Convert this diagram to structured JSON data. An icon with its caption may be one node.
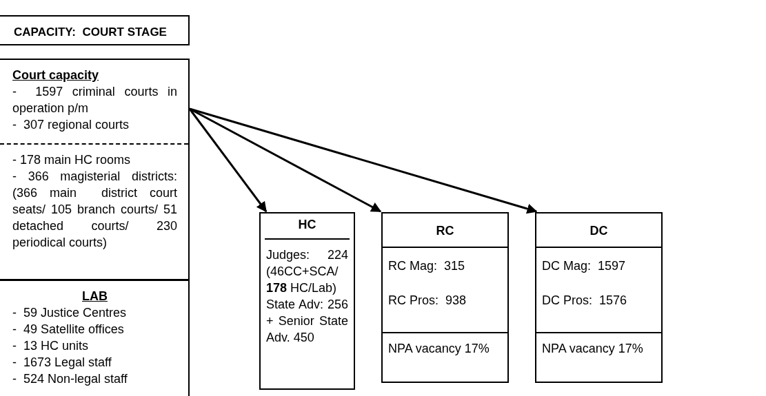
{
  "diagram": {
    "nodes": [
      {
        "text": [
          "CAPACITY:  COURT STAGE"
        ]
      },
      {
        "text": [
          "Court capacity",
          "-  1597 criminal courts in operation p/m",
          "-  307 regional courts",
          "- 178 main HC rooms",
          "- 366 magisterial districts: (366 main  district court seats/ 105 branch courts/ 51 detached courts/ 230 periodical courts)"
        ]
      },
      {
        "text": [
          "LAB",
          "-  59 Justice Centres",
          "-  49 Satellite offices",
          "-  13 HC units",
          "-  1673 Legal staff",
          "-  524 Non-legal staff"
        ]
      },
      {
        "text": [
          "HC",
          "Judges: 224 (46CC+SCA/ **178** HC/Lab)",
          "State Adv: 256 + Senior State Adv. 450"
        ]
      },
      {
        "text": [
          "RC",
          "RC Mag:  315",
          "RC Pros:  938",
          "NPA vacancy 17%"
        ]
      },
      {
        "text": [
          "DC",
          "DC Mag:  1597",
          "DC Pros:  1576",
          "NPA vacancy 17%"
        ]
      }
    ],
    "edges": [
      {
        "from": 1,
        "to": 3,
        "arrow": "to"
      },
      {
        "from": 1,
        "to": 4,
        "arrow": "to"
      },
      {
        "from": 1,
        "to": 5,
        "arrow": "to"
      }
    ]
  }
}
